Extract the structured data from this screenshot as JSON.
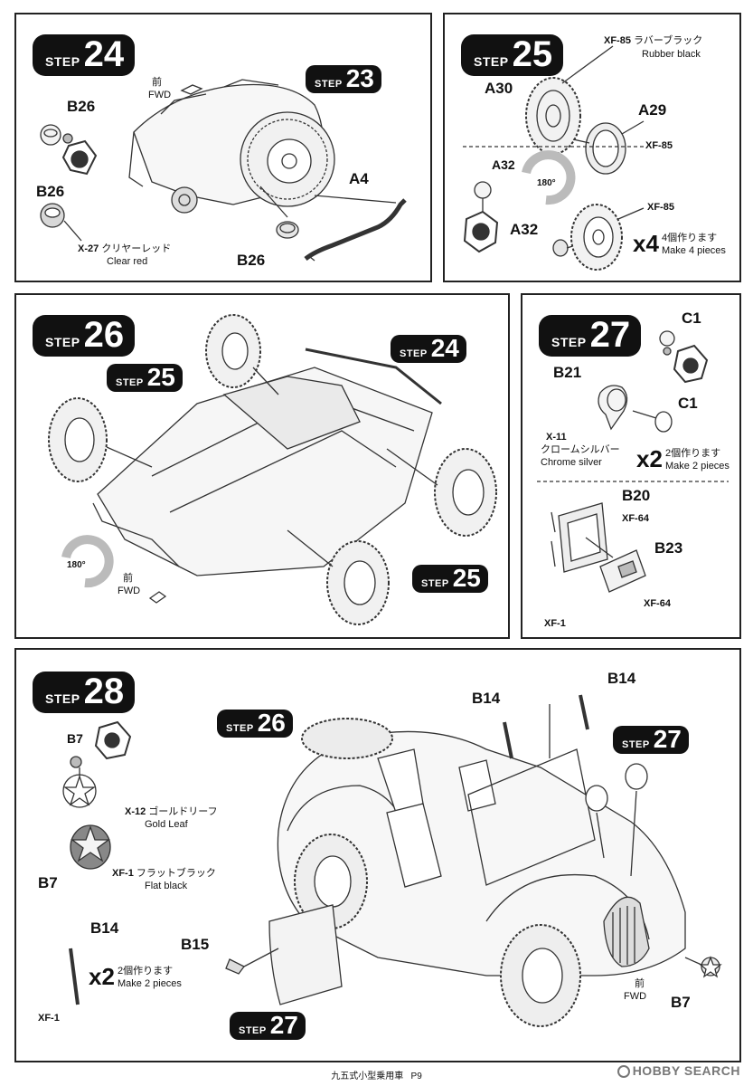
{
  "steps": {
    "s24": {
      "badge": {
        "word": "STEP",
        "num": "24"
      },
      "ref23": {
        "word": "STEP",
        "num": "23"
      },
      "fwd_jp": "前",
      "fwd_en": "FWD",
      "parts": [
        "B26",
        "B26",
        "A4",
        "B26"
      ],
      "paint_code": "X-27",
      "paint_jp": "クリヤーレッド",
      "paint_en": "Clear red"
    },
    "s25": {
      "badge": {
        "word": "STEP",
        "num": "25"
      },
      "paint1_code": "XF-85",
      "paint1_jp": "ラバーブラック",
      "paint1_en": "Rubber black",
      "parts": [
        "A30",
        "A29",
        "A32",
        "A32"
      ],
      "xf85_a": "XF-85",
      "xf85_b": "XF-85",
      "rot": "180°",
      "mult": "x4",
      "make_jp": "4個作ります",
      "make_en": "Make 4 pieces"
    },
    "s26": {
      "badge": {
        "word": "STEP",
        "num": "26"
      },
      "ref24": {
        "word": "STEP",
        "num": "24"
      },
      "ref25a": {
        "word": "STEP",
        "num": "25"
      },
      "ref25b": {
        "word": "STEP",
        "num": "25"
      },
      "rot": "180°",
      "fwd_jp": "前",
      "fwd_en": "FWD"
    },
    "s27": {
      "badge": {
        "word": "STEP",
        "num": "27"
      },
      "parts": [
        "C1",
        "B21",
        "C1",
        "B20",
        "B23"
      ],
      "paint_code": "X-11",
      "paint_jp": "クロームシルバー",
      "paint_en": "Chrome silver",
      "mult": "x2",
      "make_jp": "2個作ります",
      "make_en": "Make 2 pieces",
      "xf64_a": "XF-64",
      "xf64_b": "XF-64",
      "xf1": "XF-1"
    },
    "s28": {
      "badge": {
        "word": "STEP",
        "num": "28"
      },
      "ref26": {
        "word": "STEP",
        "num": "26"
      },
      "ref27a": {
        "word": "STEP",
        "num": "27"
      },
      "ref27b": {
        "word": "STEP",
        "num": "27"
      },
      "parts": [
        "B7",
        "B7",
        "B14",
        "B14",
        "B14",
        "B15",
        "B7"
      ],
      "paint1_code": "X-12",
      "paint1_jp": "ゴールドリーフ",
      "paint1_en": "Gold Leaf",
      "paint2_code": "XF-1",
      "paint2_jp": "フラットブラック",
      "paint2_en": "Flat black",
      "mult": "x2",
      "make_jp": "2個作ります",
      "make_en": "Make 2 pieces",
      "xf1": "XF-1",
      "fwd_jp": "前",
      "fwd_en": "FWD"
    }
  },
  "footer": {
    "title": "九五式小型乗用車",
    "page": "P9"
  },
  "watermark": "HOBBY SEARCH"
}
